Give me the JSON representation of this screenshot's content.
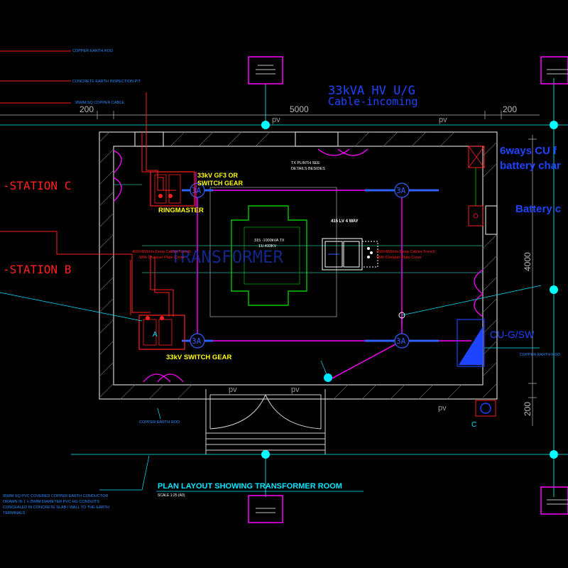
{
  "palette": {
    "background": "#000000",
    "wall": "#cfcfcf",
    "dimension": "#b8b8b8",
    "grid_line": "#00ffff",
    "magenta": "#ff00ff",
    "red": "#ff2020",
    "blue": "#1e44ff",
    "green": "#00c800",
    "cyan": "#00e5ff",
    "yellow": "#ffff00",
    "white": "#ffffff",
    "earth_label": "#2a8cff"
  },
  "labels": {
    "leader_copper_earth_rod": "COPPER EARTH ROD",
    "leader_inspection_pit": "CONCRETE EARTH INSPECTION PIT",
    "leader_copper_cable": "95MM SQ COPPER CABLE",
    "hv_cable_line1": "33kVA HV U/G",
    "hv_cable_line2": "Cable-incoming",
    "cu_line1": "6ways CU f",
    "cu_line2": "battery char",
    "battery": "Battery c",
    "station_c": "-STATION C",
    "station_b": "-STATION B",
    "switchgear_top_line1": "33kV GF3 OR",
    "switchgear_top_line2": "SWITCH GEAR",
    "ringmaster": "RINGMASTER",
    "tx_plinth_line1": "TX PLINTH SEE",
    "tx_plinth_line2": "DETAILS BESIDES",
    "tx_rating_line1": "315 -1000kVA TX",
    "tx_rating_line2": "11/.433KV",
    "transformer_ghost": "TRANSFORMER",
    "lv_panel": "415 LV 4 WAY",
    "trench_left_line1": "450X450mm Deep Cables Trench",
    "trench_left_line2": "With Chequer Plate Cover",
    "trench_right_line1": "450X450mm Deep Cables Trench",
    "trench_right_line2": "With Chequer Plate Cover",
    "switchgear_bottom": "33kV SWITCH GEAR",
    "switchgear_bottom_tag": "A",
    "cu_gsw": "CU-G/SW",
    "earth_rod_right": "COPPER EARTH ROD",
    "earth_rod_bottom": "COPPER EARTH ROD",
    "pit_tag": "C",
    "conductor_note_line1": "95MM SQ PVC COVERED COPPER EARTH CONDUCTOR",
    "conductor_note_line2": "DRAWN IN 1 x 25MM DIAMETER PVC HG CONDUITS",
    "conductor_note_line3": "CONCEALED IN CONCRETE SLAB / WALL TO THE EARTH",
    "conductor_note_line4": "TERMINALS",
    "title": "PLAN LAYOUT SHOWING TRANSFORMER ROOM",
    "scale": "SCALE 1:25 (A0)",
    "dim_left": "200",
    "dim_main": "5000",
    "dim_right": "200",
    "dim_vertical_main": "4000",
    "dim_vertical_small": "200",
    "grid_tag": "pv",
    "light_tag": "3A"
  }
}
